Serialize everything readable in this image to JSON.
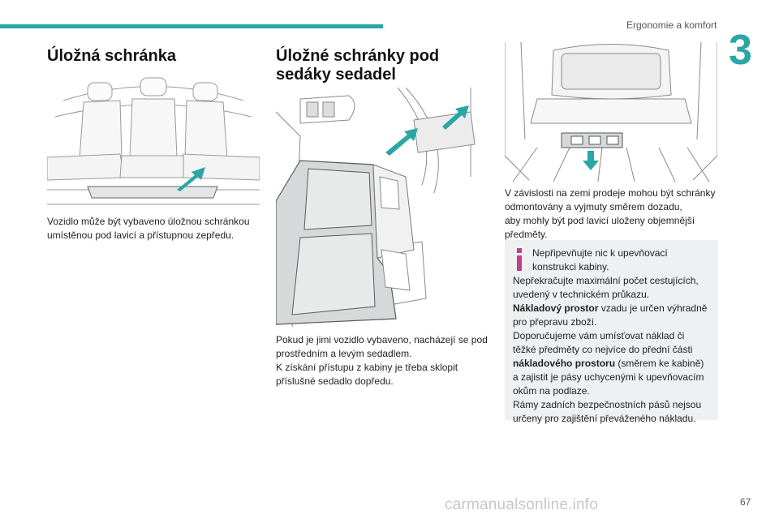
{
  "header": {
    "section": "Ergonomie a komfort",
    "chapter": "3",
    "page": "67",
    "accent": "#2aa6a6"
  },
  "left": {
    "title": "Úložná schránka",
    "text": [
      "Vozidlo může být vybaveno úložnou schránkou",
      "umístěnou pod lavicí a přístupnou zepředu."
    ]
  },
  "middle": {
    "title_lines": [
      "Úložné schránky pod",
      "sedáky sedadel"
    ],
    "text": [
      "Pokud je jimi vozidlo vybaveno, nacházejí se pod",
      "prostředním a levým sedadlem.",
      "K získání přístupu z kabiny je třeba sklopit",
      "příslušné sedadlo dopředu."
    ]
  },
  "right": {
    "text": [
      "V závislosti na zemi prodeje mohou být schránky",
      "odmontovány a vyjmuty směrem dozadu,",
      "aby mohly být pod lavicí uloženy objemnější",
      "předměty."
    ],
    "info": {
      "icon": "info-icon",
      "first": [
        "Nepřipevňujte nic k upevňovací",
        "konstrukci kabiny."
      ],
      "l1": "Nepřekračujte maximální počet cestujících,",
      "l2": "uvedený v technickém průkazu.",
      "l3_bold": "Nákladový prostor",
      "l3_rest": " vzadu je určen výhradně",
      "l4": "pro přepravu zboží.",
      "l5": "Doporučujeme vám umísťovat náklad či",
      "l6": "těžké předměty co nejvíce do přední části",
      "l7_bold": "nákladového prostoru",
      "l7_rest": " (směrem ke kabině)",
      "l8": "a zajistit je pásy uchycenými k upevňovacím",
      "l9": "okům na podlaze.",
      "l10": "Rámy zadních bezpečnostních pásů nejsou",
      "l11": "určeny pro zajištění převáženého nákladu."
    }
  },
  "watermark": "carmanualsonline.info"
}
